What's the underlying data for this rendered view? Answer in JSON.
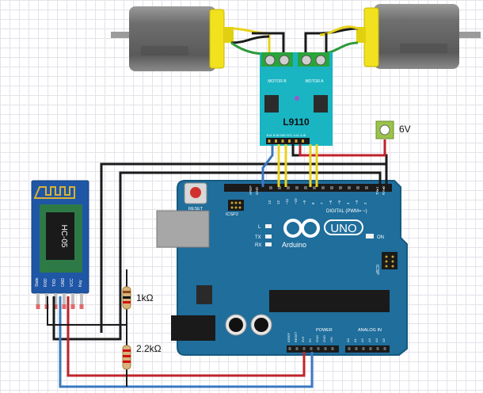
{
  "driver": {
    "chip_label": "L9110",
    "motor_b_label": "MOTOR B",
    "motor_a_label": "MOTOR A",
    "pin_labels": [
      "B-IA",
      "B-IB",
      "GND",
      "VCC",
      "A-IA",
      "A-IB"
    ]
  },
  "power_supply": {
    "label": "6V"
  },
  "bluetooth": {
    "module_label": "HC-05",
    "pin_labels": [
      "State",
      "RXD",
      "TXD",
      "GND",
      "VCC",
      "Key"
    ]
  },
  "resistors": {
    "r1_label": "1kΩ",
    "r2_label": "2.2kΩ"
  },
  "arduino": {
    "brand": "Arduino",
    "model": "UNO",
    "reset_label": "RESET",
    "icsp2_label": "ICSP2",
    "icsp_label": "ICSP",
    "digital_label": "DIGITAL (PWM= ~)",
    "power_label": "POWER",
    "analog_label": "ANALOG IN",
    "led_l": "L",
    "led_tx": "TX",
    "led_rx": "RX",
    "on_label": "ON",
    "aref_label": "AREF",
    "gnd_label": "GND",
    "tx_pin_label": "TX▸1",
    "rx_pin_label": "RX◂0",
    "digital_pins": [
      "13",
      "12",
      "~11",
      "~10",
      "~9",
      "8",
      "7",
      "~6",
      "~5",
      "4",
      "~3",
      "2"
    ],
    "power_pins": [
      "IOREF",
      "RESET",
      "3V3",
      "5V",
      "GND",
      "GND",
      "VIN"
    ],
    "analog_pins": [
      "A0",
      "A1",
      "A2",
      "A3",
      "A4",
      "A5"
    ]
  },
  "colors": {
    "board": "#1f6e9c",
    "board_edge": "#17597f",
    "driver_board": "#19b5c3",
    "wire_black": "#1a1a1a",
    "wire_red": "#c0232b",
    "wire_yellow": "#e8d21c",
    "wire_green": "#2f9a3c",
    "wire_blue": "#3a78c2"
  }
}
